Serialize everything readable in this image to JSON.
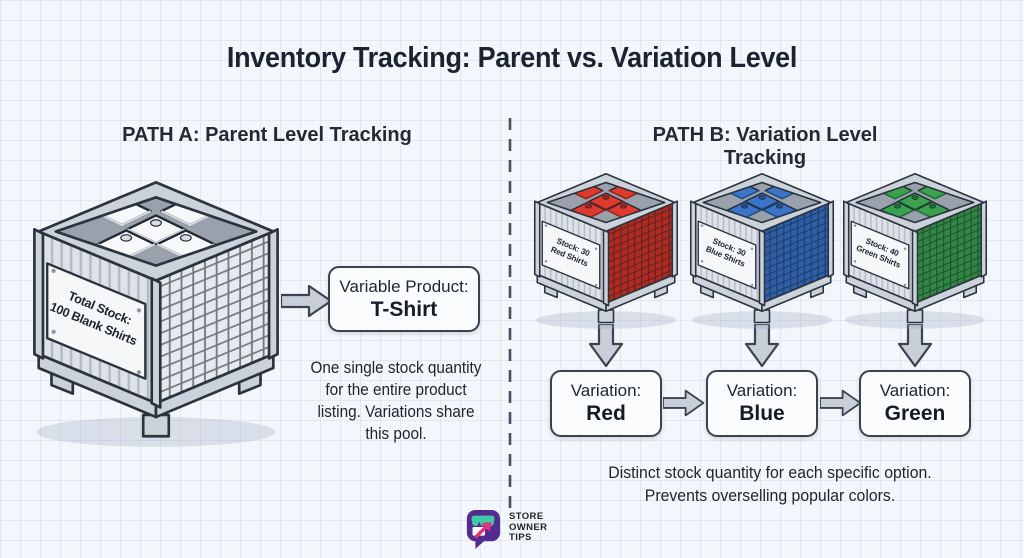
{
  "title": "Inventory Tracking: Parent vs. Variation Level",
  "path_a": {
    "header": "PATH A: Parent Level Tracking",
    "crate": {
      "label_line1": "Total Stock:",
      "label_line2": "100 Blank Shirts",
      "shirt_color": "#f7f8fa",
      "shirt_shade_color": "#d9dde3",
      "mesh_face_color": "#e6e9ee"
    },
    "product_box": {
      "line1": "Variable Product:",
      "line2": "T-Shirt"
    },
    "description_lines": [
      "One single stock quantity",
      "for the entire product",
      "listing. Variations share",
      "this pool."
    ]
  },
  "path_b": {
    "header": "PATH B: Variation Level Tracking",
    "crates": [
      {
        "label_line1": "Stock: 30",
        "label_line2": "Red Shirts",
        "shirt_color": "#e03a2e",
        "shirt_shade_color": "#a3221a",
        "mesh_face_color": "#b02a20"
      },
      {
        "label_line1": "Stock: 30",
        "label_line2": "Blue Shirts",
        "shirt_color": "#3b74c9",
        "shirt_shade_color": "#24508f",
        "mesh_face_color": "#2d5fa8"
      },
      {
        "label_line1": "Stock: 40",
        "label_line2": "Green Shirts",
        "shirt_color": "#3aa24e",
        "shirt_shade_color": "#247036",
        "mesh_face_color": "#2f8742"
      }
    ],
    "variation_boxes": [
      {
        "line1": "Variation:",
        "line2": "Red"
      },
      {
        "line1": "Variation:",
        "line2": "Blue"
      },
      {
        "line1": "Variation:",
        "line2": "Green"
      }
    ],
    "description_lines": [
      "Distinct stock quantity for each specific option.",
      "Prevents overselling popular colors."
    ]
  },
  "footer_logo": {
    "line1": "STORE",
    "line2": "OWNER",
    "line3": "TIPS",
    "bubble_color": "#532c8f",
    "awning_color": "#3ec9a7",
    "arrow_color": "#e6307e",
    "window_color": "#ffffff"
  },
  "colors": {
    "background": "#f3f6fa",
    "grid_line": "#c6d1e2",
    "heading_text": "#1b2330",
    "body_text": "#1d242e",
    "box_border": "#39424e",
    "arrow_fill": "#c8cfd8",
    "crate_frame": "#ccd2da",
    "divider": "#475260"
  }
}
